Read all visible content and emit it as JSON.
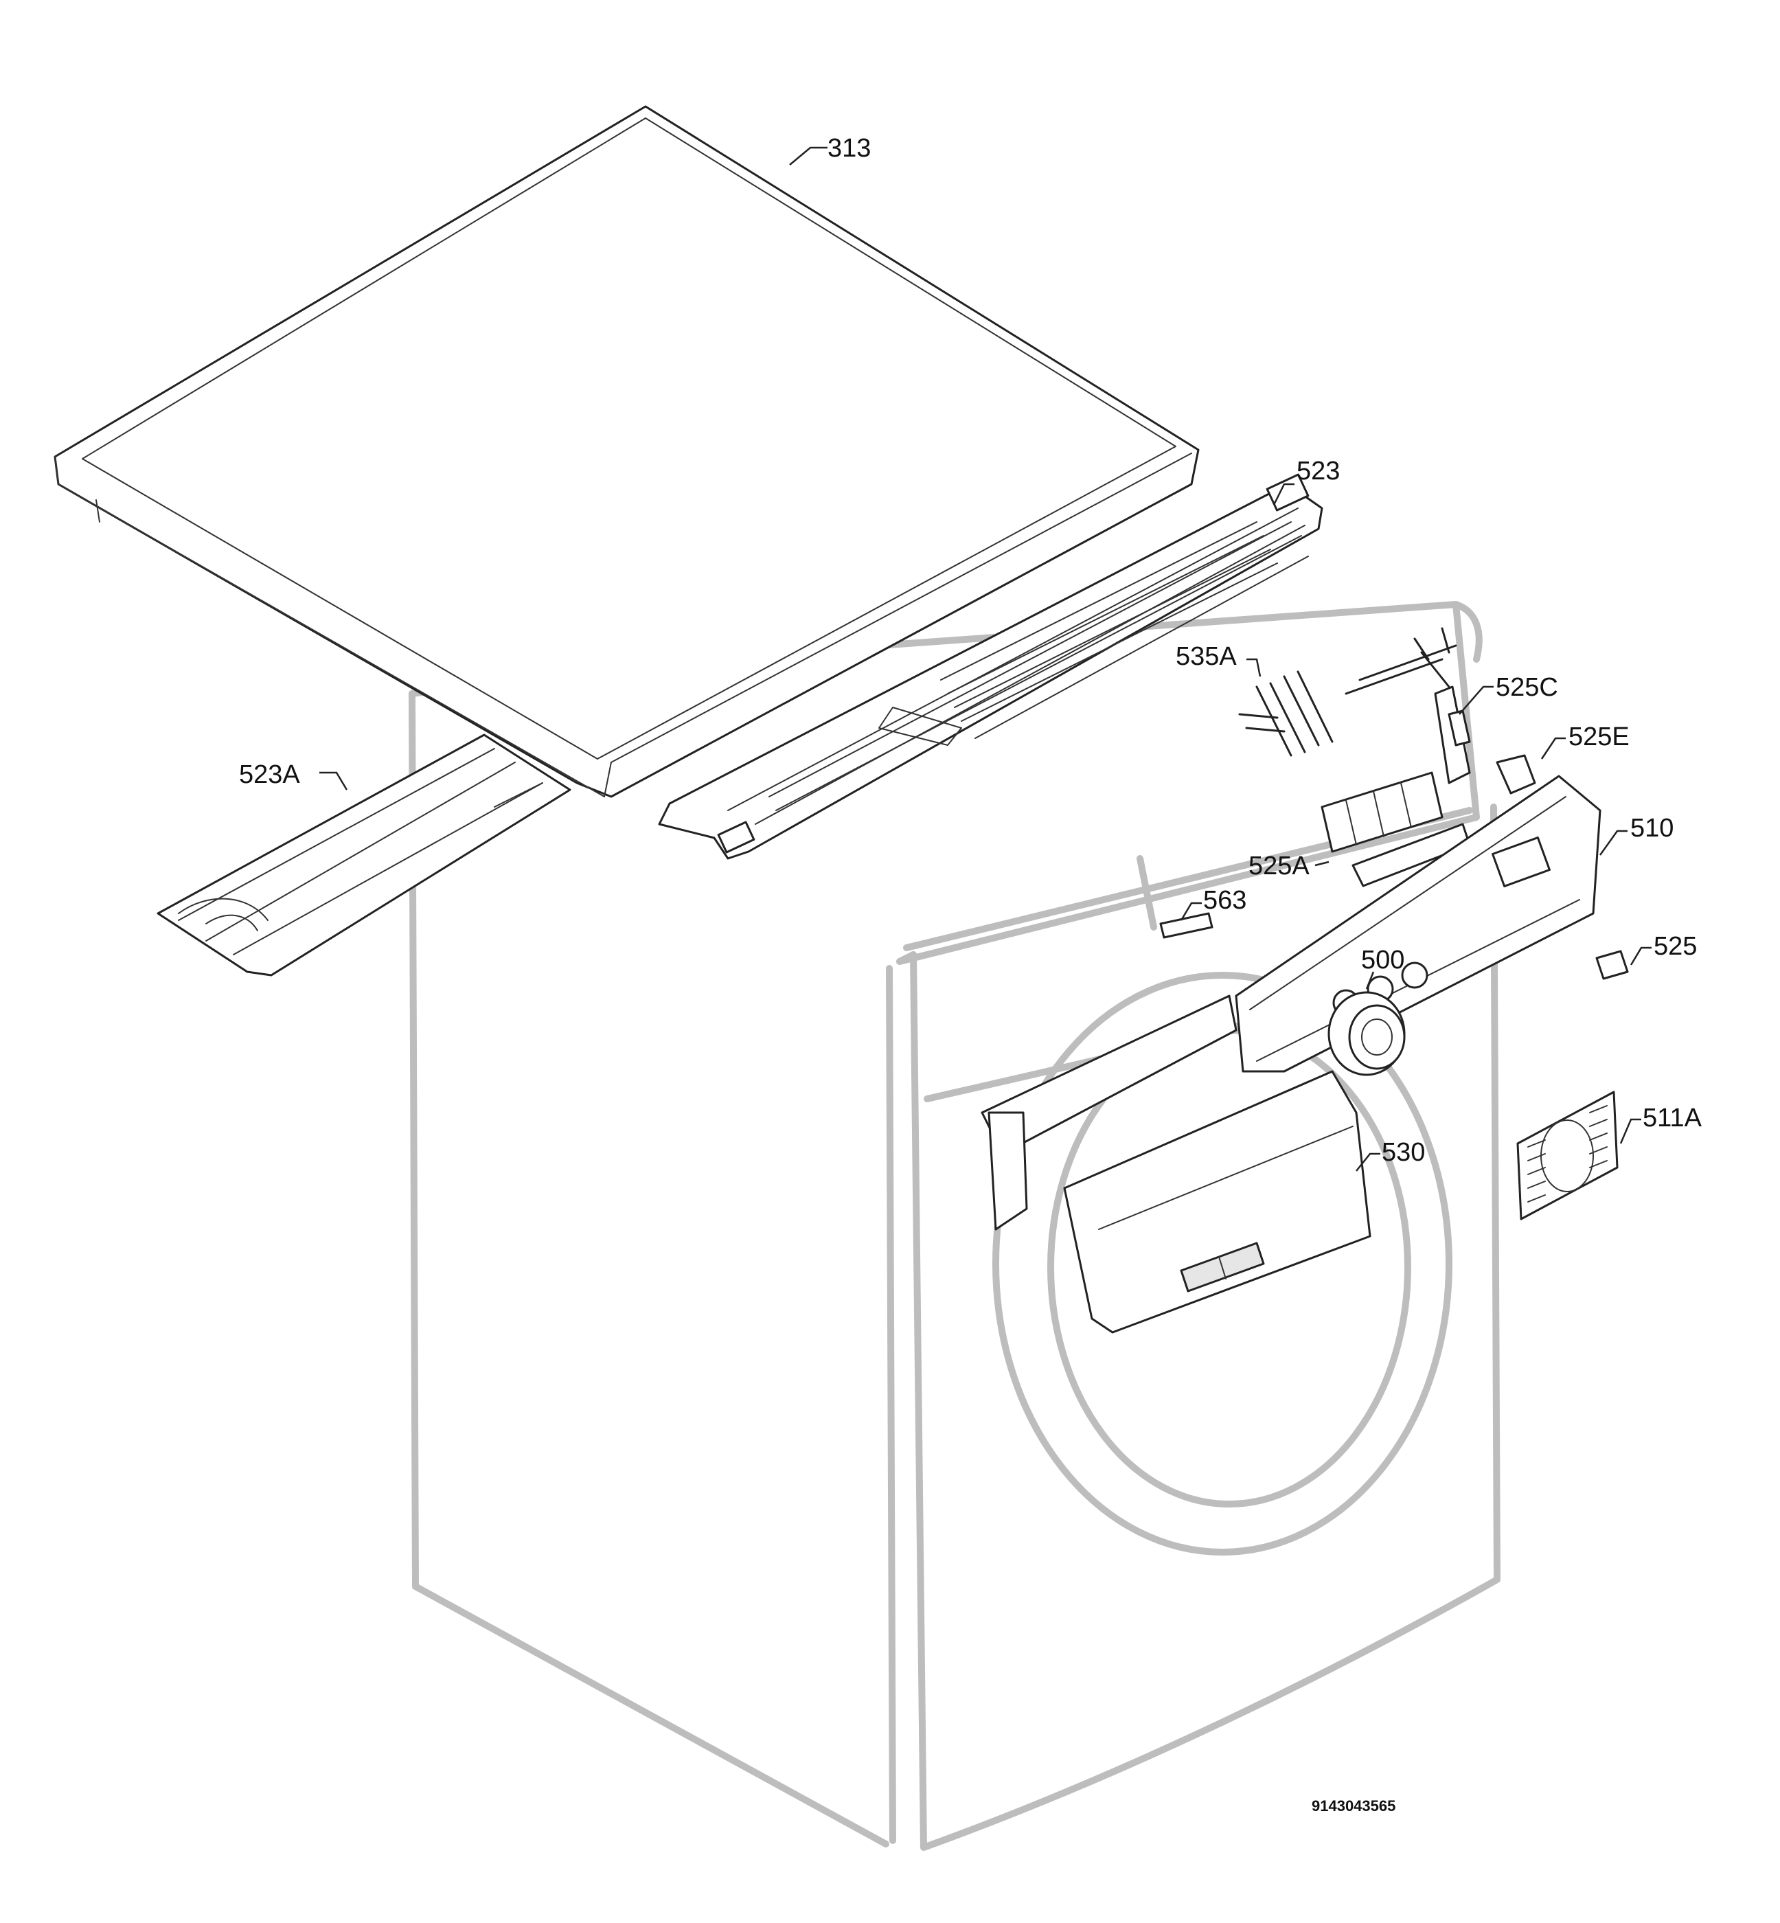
{
  "diagram": {
    "reference_number": "9143043565",
    "part_labels": {
      "p313": "313",
      "p523": "523",
      "p523A": "523A",
      "p535A": "535A",
      "p525C": "525C",
      "p525E": "525E",
      "p510": "510",
      "p525A": "525A",
      "p563": "563",
      "p525": "525",
      "p500": "500",
      "p511A": "511A",
      "p530": "530"
    },
    "colors": {
      "ink": "#222222",
      "ghost_outline": "#bdbdbd",
      "background": "#ffffff"
    }
  }
}
